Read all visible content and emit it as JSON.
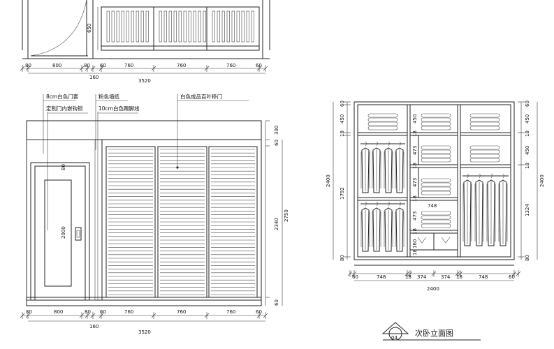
{
  "top_partial": {
    "height_dim": "650",
    "bottom_dims": [
      "80",
      "800",
      "80",
      "60",
      "760",
      "760",
      "760",
      "60"
    ],
    "sub_dim": "160",
    "total_dim": "3520"
  },
  "left_elevation": {
    "annotations": [
      "8cm白色门套",
      "定制门内嵌钩锁",
      "粉色墙纸",
      "10cm白色踢脚线",
      "白色成品百叶移门"
    ],
    "door_width_dim": "80",
    "door_height_dim": "2000",
    "right_dims": [
      "300",
      "60",
      "2340",
      "2750",
      "60"
    ],
    "bottom_dims": [
      "80",
      "800",
      "80",
      "60",
      "760",
      "760",
      "760",
      "60"
    ],
    "sub_dim": "160",
    "total_dim": "3520"
  },
  "right_elevation": {
    "left_dims": [
      "60",
      "450",
      "18",
      "1792",
      "80"
    ],
    "left_total": "2400",
    "center_dims": [
      "450",
      "18",
      "473",
      "18",
      "473",
      "18",
      "473",
      "18",
      "160",
      "18"
    ],
    "inner_width_dim": "748",
    "right_dims": [
      "60",
      "450",
      "18",
      "450",
      "18",
      "1324",
      "80"
    ],
    "right_total": "2400",
    "bottom_dims": [
      "60",
      "748",
      "18",
      "374",
      "374",
      "18",
      "748",
      "60"
    ],
    "total_dim": "2400"
  },
  "title": {
    "number": "04",
    "text": "次卧立面图"
  }
}
